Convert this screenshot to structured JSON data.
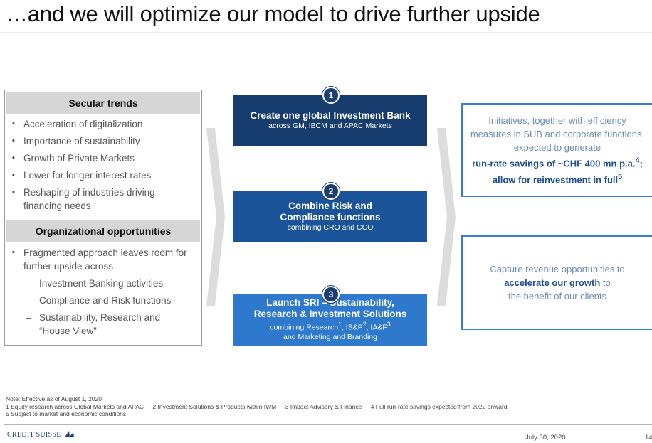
{
  "title": "…and we will optimize our model to drive further upside",
  "left_panel": {
    "secular_header": "Secular trends",
    "secular_items": [
      "Acceleration of digitalization",
      "Importance of sustainability",
      "Growth of Private Markets",
      "Lower for longer interest rates",
      "Reshaping of industries driving financing needs"
    ],
    "org_header": "Organizational opportunities",
    "org_items": [
      "Fragmented approach leaves room for further upside across"
    ],
    "org_subitems": [
      "Investment Banking activities",
      "Compliance and Risk functions",
      "Sustainability, Research and “House View”"
    ]
  },
  "actions": [
    {
      "number": "1",
      "heading": "Create one global Investment Bank",
      "sub": "across GM, IBCM and APAC Markets",
      "color": "#163d6e"
    },
    {
      "number": "2",
      "heading": "Combine Risk and Compliance functions",
      "sub": "combining CRO and CCO",
      "color": "#1a5398"
    },
    {
      "number": "3",
      "heading": "Launch SRI – Sustainability, Research & Investment Solutions",
      "sub1": "combining Research",
      "sup1": "1",
      "sub2": ", IS&P",
      "sup2": "2",
      "sub3": ", IA&F",
      "sup3": "3",
      "sub4": "and Marketing and Branding",
      "color": "#2f79cd"
    }
  ],
  "outcomes": {
    "o1": {
      "line1": "Initiatives, together with efficiency",
      "line2": "measures in SUB and corporate functions,",
      "line3": "expected to generate",
      "bold1": "run-rate savings of ~CHF 400 mn p.a.",
      "bold1_sup": "4",
      "bold1_end": ";",
      "bold2": "allow for reinvestment in full",
      "bold2_sup": "5"
    },
    "o2": {
      "line1": "Capture revenue opportunities to",
      "bold": "accelerate our growth",
      "line2_end": " to",
      "line3": "the benefit of our clients"
    }
  },
  "notes": {
    "line1": "Note: Effective as of August 1, 2020",
    "n1": "1 Equity research across Global Markets and APAC",
    "n2": "2 Investment Solutions & Products within IWM",
    "n3": "3 Impact Advisory & Finance",
    "n4": "4 Full run-rate savings expected from 2022 onward",
    "n5": "5 Subject to market and economic conditions"
  },
  "footer": {
    "logo": "CREDIT SUISSE",
    "date": "July 30, 2020",
    "page": "14"
  },
  "colors": {
    "accent_rule": "#1b3f74",
    "outcome_border": "#3b7bd0"
  }
}
